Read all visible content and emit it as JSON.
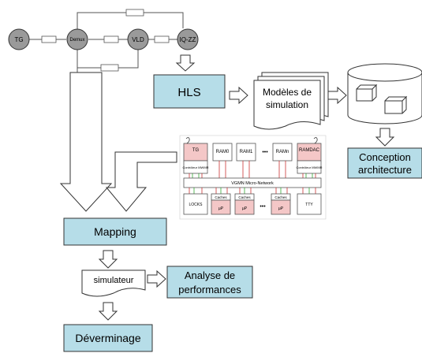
{
  "pipeline": {
    "nodes": [
      "TG",
      "Demux",
      "VLD",
      "IQ-ZZ"
    ]
  },
  "flow": {
    "hls": "HLS",
    "models": [
      "Modèles de",
      "simulation"
    ],
    "conception": [
      "Conception",
      "architecture"
    ],
    "mapping": "Mapping",
    "simulateur": "simulateur",
    "analyse": [
      "Analyse de",
      "performances"
    ],
    "deverminage": "Déverminage"
  },
  "platform": {
    "top_modules": [
      "TG",
      "RAM0",
      "RAM1",
      "RAMn",
      "RAMDAC"
    ],
    "controller_label": "Contrôleur MWMR",
    "ellipsis": "•••",
    "network": "VGMN Micro-Network",
    "bottom_modules": [
      "LOCKS",
      "Caches",
      "Caches",
      "Caches",
      "TTY"
    ],
    "cpu_label": "µP"
  },
  "colors": {
    "box_fill": "#b6dde8",
    "node_fill": "#9a9a9a",
    "highlight_fill": "#f4c7c7"
  }
}
